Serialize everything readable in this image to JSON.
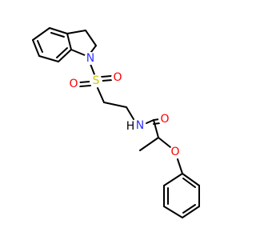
{
  "colors": {
    "bond": "#000000",
    "nitrogen": "#3333ff",
    "oxygen": "#ff0000",
    "sulfur": "#cccc00",
    "hydrogen": "#000000",
    "background": "#ffffff"
  },
  "atoms": {
    "indoline_nitrogen": "N",
    "sulfonyl_sulfur": "S",
    "sulfonyl_oxygen_left": "O",
    "sulfonyl_oxygen_right": "O",
    "amide_nitrogen": "N",
    "amide_hydrogen": "H",
    "carbonyl_oxygen": "O",
    "ether_oxygen": "O"
  }
}
